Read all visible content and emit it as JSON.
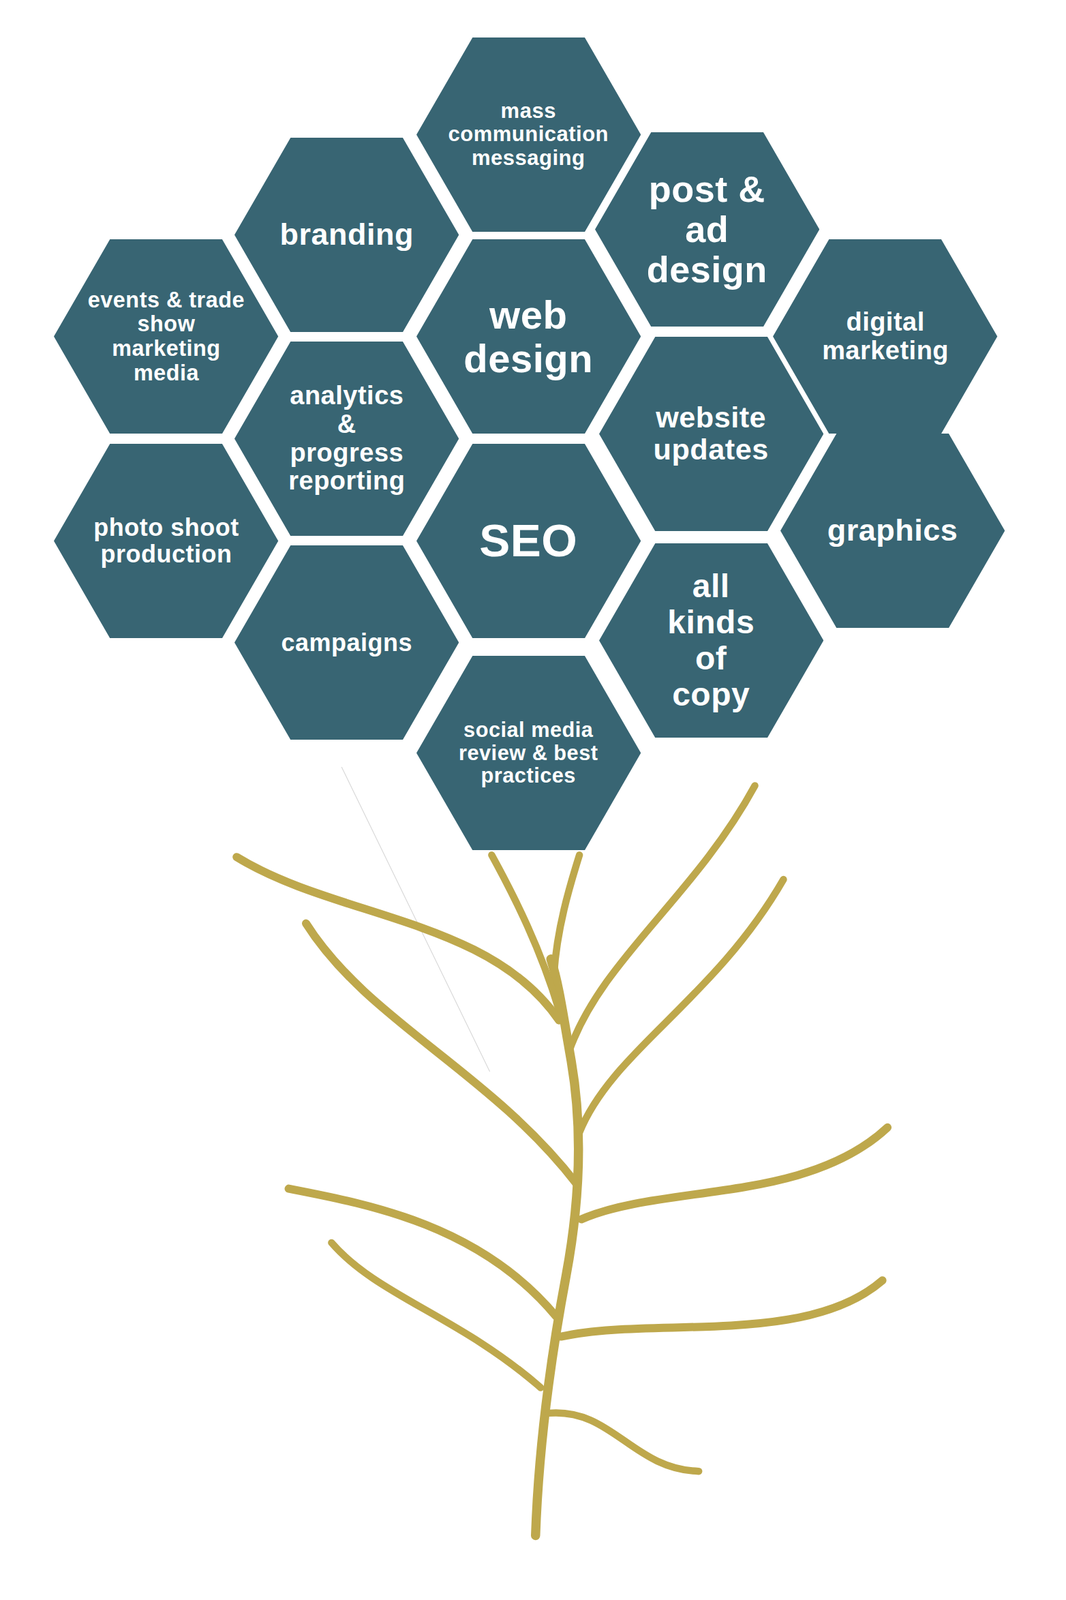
{
  "diagram": {
    "nodes": [
      {
        "text": [
          "mass communication messaging"
        ]
      },
      {
        "text": [
          "branding"
        ]
      },
      {
        "text": [
          "post & ad design"
        ]
      },
      {
        "text": [
          "events & trade show marketing media"
        ]
      },
      {
        "text": [
          "web design"
        ]
      },
      {
        "text": [
          "digital marketing"
        ]
      },
      {
        "text": [
          "analytics & progress reporting"
        ]
      },
      {
        "text": [
          "website updates"
        ]
      },
      {
        "text": [
          "photo shoot production"
        ]
      },
      {
        "text": [
          "SEO"
        ]
      },
      {
        "text": [
          "graphics"
        ]
      },
      {
        "text": [
          "campaigns"
        ]
      },
      {
        "text": [
          "all kinds of copy"
        ]
      },
      {
        "text": [
          "social media review & best practices"
        ]
      }
    ]
  }
}
